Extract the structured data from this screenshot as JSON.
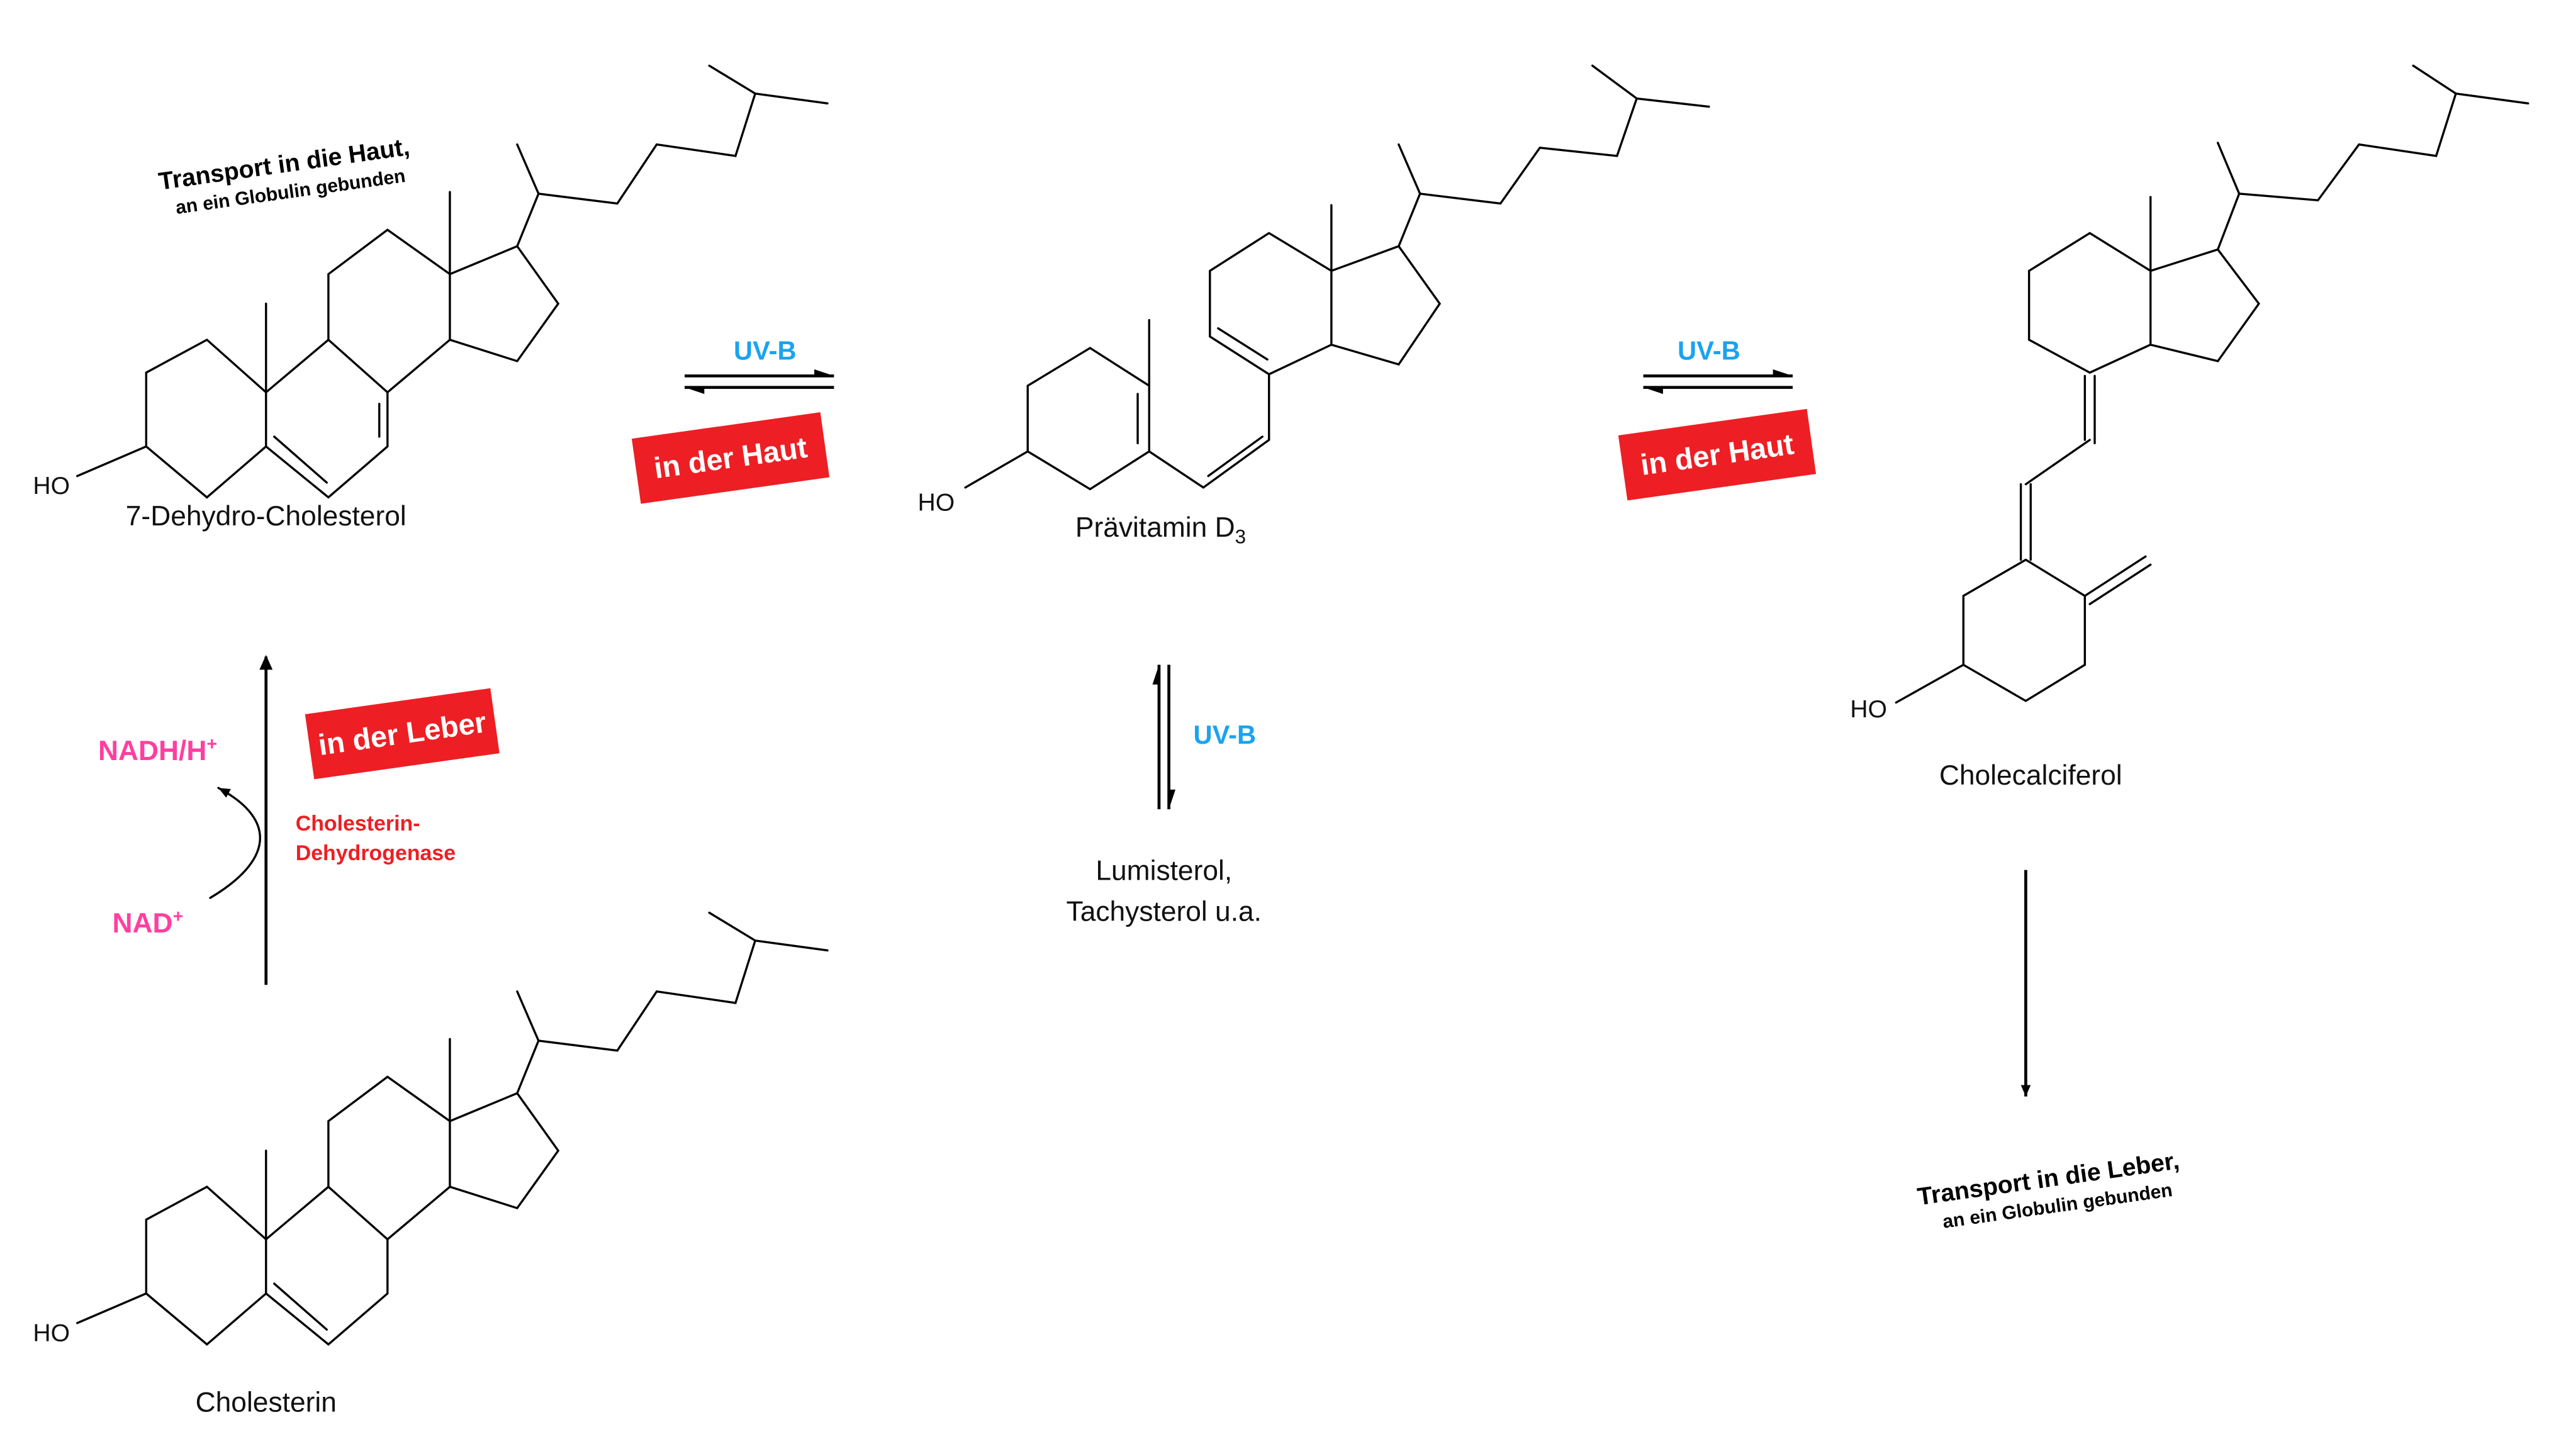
{
  "colors": {
    "uvb": "#1AA3F0",
    "location_box": "#ED1F24",
    "cofactor": "#FF3FA0",
    "enzyme": "#ED1F24"
  },
  "molecules": {
    "dehydrocholesterol": {
      "name": "7-Dehydro-Cholesterol",
      "ho": "HO"
    },
    "previtamin": {
      "name": "Prävitamin D",
      "subscript": "3",
      "ho": "HO"
    },
    "cholecalciferol": {
      "name": "Cholecalciferol",
      "ho": "HO"
    },
    "cholesterin": {
      "name": "Cholesterin",
      "ho": "HO"
    }
  },
  "transport_skin": {
    "line1": "Transport in die Haut,",
    "line2": "an ein Globulin gebunden"
  },
  "transport_liver": {
    "line1": "Transport in die Leber,",
    "line2": "an ein Globulin gebunden"
  },
  "reactions": {
    "step1": {
      "condition": "UV-B",
      "location": "in der Haut"
    },
    "step2": {
      "condition": "UV-B",
      "location": "in der Haut"
    },
    "side": {
      "condition": "UV-B",
      "products_line1": "Lumisterol,",
      "products_line2": "Tachysterol u.a."
    },
    "liver": {
      "location": "in der Leber",
      "enzyme_line1": "Cholesterin-",
      "enzyme_line2": "Dehydrogenase",
      "cofactor_in": "NAD",
      "cofactor_in_sup": "+",
      "cofactor_out": "NADH/H",
      "cofactor_out_sup": "+"
    }
  }
}
